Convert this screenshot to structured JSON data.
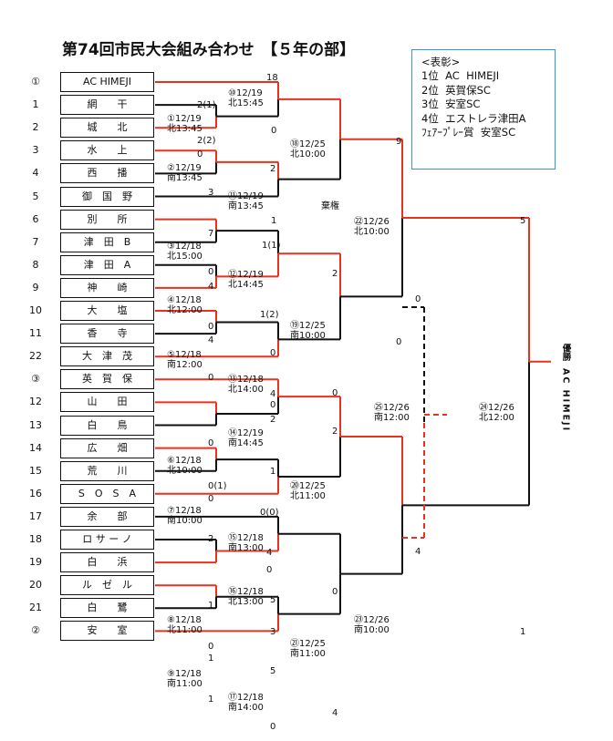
{
  "title": "第74回市民大会組み合わせ　【５年の部】",
  "awards": [
    "<表彰>",
    "1位  AC  HIMEJI",
    "2位  英賀保SC",
    "3位  安室SC",
    "4位  エストレラ津田A",
    "",
    "ﾌｪｱｰﾌﾟﾚｰ賞  安室SC"
  ],
  "teams": [
    {
      "seed": "①",
      "name": "AC  HIMEJI"
    },
    {
      "seed": "1",
      "name": "網　　干"
    },
    {
      "seed": "2",
      "name": "城　　北"
    },
    {
      "seed": "3",
      "name": "水　　上"
    },
    {
      "seed": "4",
      "name": "西　　播"
    },
    {
      "seed": "5",
      "name": "御　国　野"
    },
    {
      "seed": "6",
      "name": "別　　所"
    },
    {
      "seed": "7",
      "name": "津　田　B"
    },
    {
      "seed": "8",
      "name": "津　田　A"
    },
    {
      "seed": "9",
      "name": "神　　崎"
    },
    {
      "seed": "10",
      "name": "大　　塩"
    },
    {
      "seed": "11",
      "name": "香　　寺"
    },
    {
      "seed": "22",
      "name": "大　津　茂"
    },
    {
      "seed": "③",
      "name": "英　賀　保"
    },
    {
      "seed": "12",
      "name": "山　　田"
    },
    {
      "seed": "13",
      "name": "白　　鳥"
    },
    {
      "seed": "14",
      "name": "広　　畑"
    },
    {
      "seed": "15",
      "name": "荒　　川"
    },
    {
      "seed": "16",
      "name": "S　O　S　A"
    },
    {
      "seed": "17",
      "name": "余　　部"
    },
    {
      "seed": "18",
      "name": "ロ サ ー ノ"
    },
    {
      "seed": "19",
      "name": "白　　浜"
    },
    {
      "seed": "20",
      "name": "ル　ゼ　ル"
    },
    {
      "seed": "21",
      "name": "白　　鷺"
    },
    {
      "seed": "②",
      "name": "安　　室"
    }
  ],
  "matches": [
    {
      "no": "①",
      "date": "12/19",
      "venue": "北13:45"
    },
    {
      "no": "②",
      "date": "12/19",
      "venue": "南13:45"
    },
    {
      "no": "③",
      "date": "12/18",
      "venue": "北15:00"
    },
    {
      "no": "④",
      "date": "12/18",
      "venue": "北12:00"
    },
    {
      "no": "⑤",
      "date": "12/18",
      "venue": "南12:00"
    },
    {
      "no": "⑥",
      "date": "12/18",
      "venue": "北10:00"
    },
    {
      "no": "⑦",
      "date": "12/18",
      "venue": "南10:00"
    },
    {
      "no": "⑧",
      "date": "12/18",
      "venue": "北11:00"
    },
    {
      "no": "⑨",
      "date": "12/18",
      "venue": "南11:00"
    },
    {
      "no": "⑩",
      "date": "12/19",
      "venue": "北15:45"
    },
    {
      "no": "⑪",
      "date": "12/19",
      "venue": "南13:45"
    },
    {
      "no": "⑫",
      "date": "12/19",
      "venue": "北14:45"
    },
    {
      "no": "⑬",
      "date": "12/18",
      "venue": "北14:00"
    },
    {
      "no": "⑭",
      "date": "12/19",
      "venue": "南14:45"
    },
    {
      "no": "⑮",
      "date": "12/18",
      "venue": "南13:00"
    },
    {
      "no": "⑯",
      "date": "12/18",
      "venue": "北13:00"
    },
    {
      "no": "⑰",
      "date": "12/18",
      "venue": "南14:00"
    },
    {
      "no": "⑱",
      "date": "12/25",
      "venue": "北10:00"
    },
    {
      "no": "⑲",
      "date": "12/25",
      "venue": "南10:00"
    },
    {
      "no": "⑳",
      "date": "12/25",
      "venue": "北11:00"
    },
    {
      "no": "㉑",
      "date": "12/25",
      "venue": "南11:00"
    },
    {
      "no": "㉒",
      "date": "12/26",
      "venue": "北10:00"
    },
    {
      "no": "㉓",
      "date": "12/26",
      "venue": "南10:00"
    },
    {
      "no": "㉔",
      "date": "12/26",
      "venue": "北12:00"
    },
    {
      "no": "㉕",
      "date": "12/26",
      "venue": "南12:00"
    }
  ],
  "scores": [
    "18",
    "2(1)",
    "0",
    "2(2)",
    "0",
    "2",
    "3",
    "1",
    "棄権",
    "7",
    "1(1)",
    "0",
    "4",
    "1(2)",
    "0",
    "2",
    "4",
    "0",
    "0",
    "0",
    "4",
    "9",
    "0",
    "0",
    "2",
    "2",
    "0",
    "1",
    "0(1)",
    "0",
    "0(0)",
    "2",
    "4",
    "0",
    "5",
    "1",
    "0",
    "3",
    "0",
    "1",
    "5",
    "1",
    "0",
    "4",
    "5",
    "1"
  ],
  "champion": {
    "label": "優勝",
    "team": "AC HIMEJI"
  }
}
